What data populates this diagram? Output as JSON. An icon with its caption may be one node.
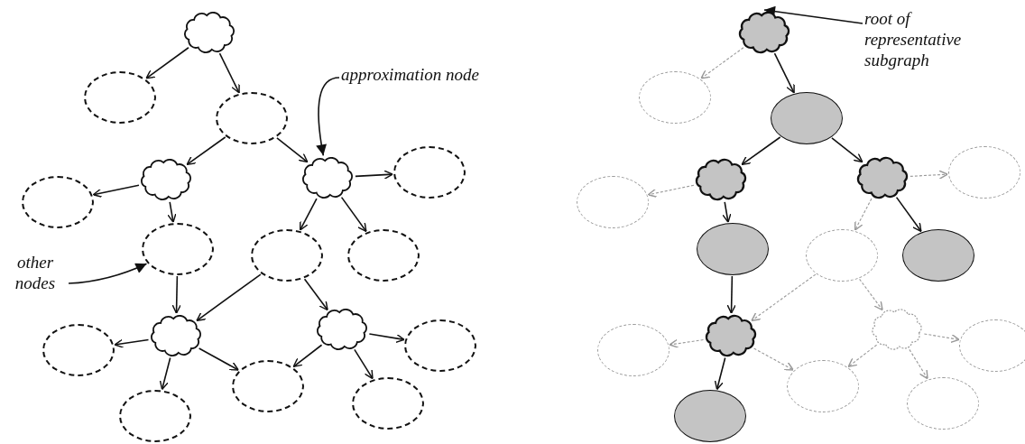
{
  "diagram": {
    "nodes": [
      {
        "text": [],
        "shape": "cloud"
      },
      {
        "text": [],
        "shape": "ellipse"
      },
      {
        "text": [],
        "shape": "ellipse"
      },
      {
        "text": [],
        "shape": "cloud"
      },
      {
        "text": [],
        "shape": "cloud"
      },
      {
        "text": [],
        "shape": "ellipse"
      },
      {
        "text": [],
        "shape": "ellipse"
      },
      {
        "text": [],
        "shape": "ellipse"
      },
      {
        "text": [],
        "shape": "ellipse"
      },
      {
        "text": [],
        "shape": "ellipse"
      },
      {
        "text": [],
        "shape": "cloud"
      },
      {
        "text": [],
        "shape": "cloud"
      },
      {
        "text": [],
        "shape": "ellipse"
      },
      {
        "text": [],
        "shape": "ellipse"
      },
      {
        "text": [],
        "shape": "ellipse"
      },
      {
        "text": [],
        "shape": "ellipse"
      },
      {
        "text": [],
        "shape": "ellipse"
      },
      {
        "text": [
          "approximation node"
        ]
      },
      {
        "text": [
          "other nodes"
        ]
      },
      {
        "text": [],
        "shape": "cloud"
      },
      {
        "text": [],
        "shape": "ellipse"
      },
      {
        "text": [],
        "shape": "ellipse"
      },
      {
        "text": [],
        "shape": "cloud"
      },
      {
        "text": [],
        "shape": "cloud"
      },
      {
        "text": [],
        "shape": "ellipse"
      },
      {
        "text": [],
        "shape": "ellipse"
      },
      {
        "text": [],
        "shape": "ellipse"
      },
      {
        "text": [],
        "shape": "ellipse"
      },
      {
        "text": [],
        "shape": "ellipse"
      },
      {
        "text": [],
        "shape": "cloud"
      },
      {
        "text": [],
        "shape": "cloud"
      },
      {
        "text": [],
        "shape": "ellipse"
      },
      {
        "text": [],
        "shape": "ellipse"
      },
      {
        "text": [],
        "shape": "ellipse"
      },
      {
        "text": [],
        "shape": "ellipse"
      },
      {
        "text": [],
        "shape": "ellipse"
      },
      {
        "text": [
          "root of representative subgraph"
        ]
      }
    ],
    "edges": [
      {
        "from": 0,
        "to": 1,
        "arrow": "to"
      },
      {
        "from": 0,
        "to": 2,
        "arrow": "to"
      },
      {
        "from": 2,
        "to": 3,
        "arrow": "to"
      },
      {
        "from": 2,
        "to": 4,
        "arrow": "to"
      },
      {
        "from": 4,
        "to": 5,
        "arrow": "to"
      },
      {
        "from": 3,
        "to": 6,
        "arrow": "to"
      },
      {
        "from": 3,
        "to": 7,
        "arrow": "to"
      },
      {
        "from": 4,
        "to": 8,
        "arrow": "to"
      },
      {
        "from": 4,
        "to": 9,
        "arrow": "to"
      },
      {
        "from": 7,
        "to": 10,
        "arrow": "to"
      },
      {
        "from": 8,
        "to": 10,
        "arrow": "to"
      },
      {
        "from": 8,
        "to": 11,
        "arrow": "to"
      },
      {
        "from": 10,
        "to": 12,
        "arrow": "to"
      },
      {
        "from": 10,
        "to": 14,
        "arrow": "to"
      },
      {
        "from": 10,
        "to": 15,
        "arrow": "to"
      },
      {
        "from": 11,
        "to": 14,
        "arrow": "to"
      },
      {
        "from": 11,
        "to": 13,
        "arrow": "to"
      },
      {
        "from": 11,
        "to": 16,
        "arrow": "to"
      },
      {
        "from": 17,
        "to": 4,
        "arrow": "to"
      },
      {
        "from": 18,
        "to": 7,
        "arrow": "to"
      },
      {
        "from": 19,
        "to": 20,
        "arrow": "to",
        "style": "dashed",
        "color": "#999999"
      },
      {
        "from": 19,
        "to": 21,
        "arrow": "to"
      },
      {
        "from": 21,
        "to": 22,
        "arrow": "to"
      },
      {
        "from": 21,
        "to": 23,
        "arrow": "to"
      },
      {
        "from": 23,
        "to": 24,
        "arrow": "to",
        "style": "dashed",
        "color": "#999999"
      },
      {
        "from": 22,
        "to": 25,
        "arrow": "to",
        "style": "dashed",
        "color": "#999999"
      },
      {
        "from": 22,
        "to": 26,
        "arrow": "to"
      },
      {
        "from": 23,
        "to": 27,
        "arrow": "to",
        "style": "dashed",
        "color": "#999999"
      },
      {
        "from": 23,
        "to": 28,
        "arrow": "to"
      },
      {
        "from": 26,
        "to": 29,
        "arrow": "to"
      },
      {
        "from": 27,
        "to": 29,
        "arrow": "to",
        "style": "dashed",
        "color": "#999999"
      },
      {
        "from": 27,
        "to": 30,
        "arrow": "to",
        "style": "dashed",
        "color": "#999999"
      },
      {
        "from": 29,
        "to": 31,
        "arrow": "to",
        "style": "dashed",
        "color": "#999999"
      },
      {
        "from": 29,
        "to": 33,
        "arrow": "to",
        "style": "dashed",
        "color": "#999999"
      },
      {
        "from": 29,
        "to": 34,
        "arrow": "to"
      },
      {
        "from": 30,
        "to": 33,
        "arrow": "to",
        "style": "dashed",
        "color": "#999999"
      },
      {
        "from": 30,
        "to": 32,
        "arrow": "to",
        "style": "dashed",
        "color": "#999999"
      },
      {
        "from": 30,
        "to": 35,
        "arrow": "to",
        "style": "dashed",
        "color": "#999999"
      },
      {
        "from": 36,
        "to": 19,
        "arrow": "to"
      }
    ]
  }
}
